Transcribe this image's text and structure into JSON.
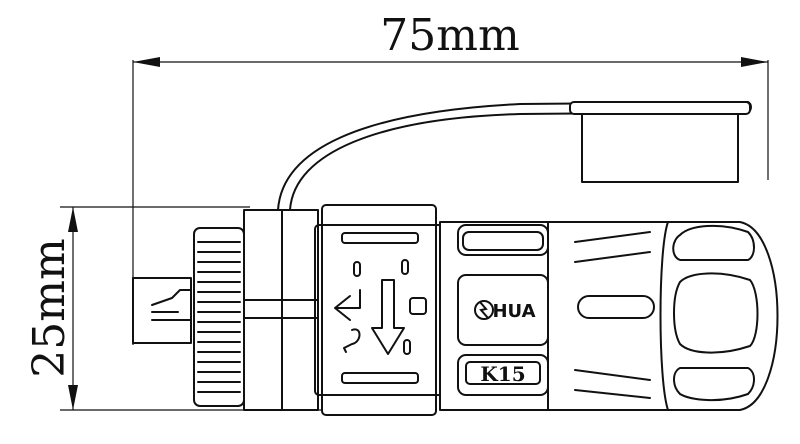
{
  "dimensions": {
    "length": "75mm",
    "height": "25mm"
  },
  "product": {
    "brand": "HUA",
    "model": "K15"
  },
  "colors": {
    "line": "#111111",
    "background": "#ffffff"
  },
  "icons": {
    "brand_logo": "lightning-circle-logo",
    "insert_arrow": "rotate-arrow-icon",
    "unlock_mark": "hook-icon"
  }
}
